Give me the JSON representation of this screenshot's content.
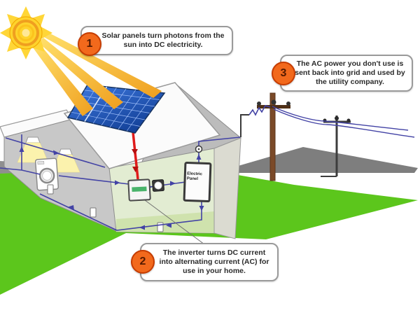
{
  "callouts": [
    {
      "number": "1",
      "text": "Solar panels turn photons from the sun into DC electricity."
    },
    {
      "number": "2",
      "text": "The inverter turns DC current into alternating current (AC) for use in your home."
    },
    {
      "number": "3",
      "text": "The AC power you don't use is sent back into grid and used by the utility company."
    }
  ],
  "labels": {
    "electric_panel": "Electric Panel"
  },
  "icons": {
    "sun": "sun-icon",
    "sun_beams": "sun-beams-icon",
    "solar_panel": "solar-panel-icon",
    "house": "house-icon",
    "ceiling_lamp": "ceiling-lamp-icon",
    "washing_machine": "washing-machine-icon",
    "wall_outlet": "outlet-icon",
    "inverter": "inverter-icon",
    "dc_meter": "dc-meter-icon",
    "utility_meter": "utility-meter-icon",
    "electric_panel": "electric-panel-icon",
    "utility_pole": "utility-pole-icon",
    "power_lines": "power-lines-icon",
    "hill": "hill-icon",
    "road": "road-icon",
    "grass": "grass-icon"
  },
  "colors": {
    "badge_fill": "#f2691c",
    "badge_border": "#c63c00",
    "badge_number": "#541a00",
    "callout_border": "#9a9a9a",
    "grass": "#5cc61c",
    "sun": "#ffd637",
    "sun_ray_orange": "#f09f1f",
    "panel_blue_dark": "#123f96",
    "panel_blue_light": "#3f7ae0",
    "dc_wire_red": "#e01b1b",
    "ac_wire_blue": "#4343a5",
    "pole_brown": "#7b4a28",
    "hill_gray": "#7e7e7e",
    "road_gray": "#8f8f8f",
    "interior_green": "#e2ecd2"
  }
}
